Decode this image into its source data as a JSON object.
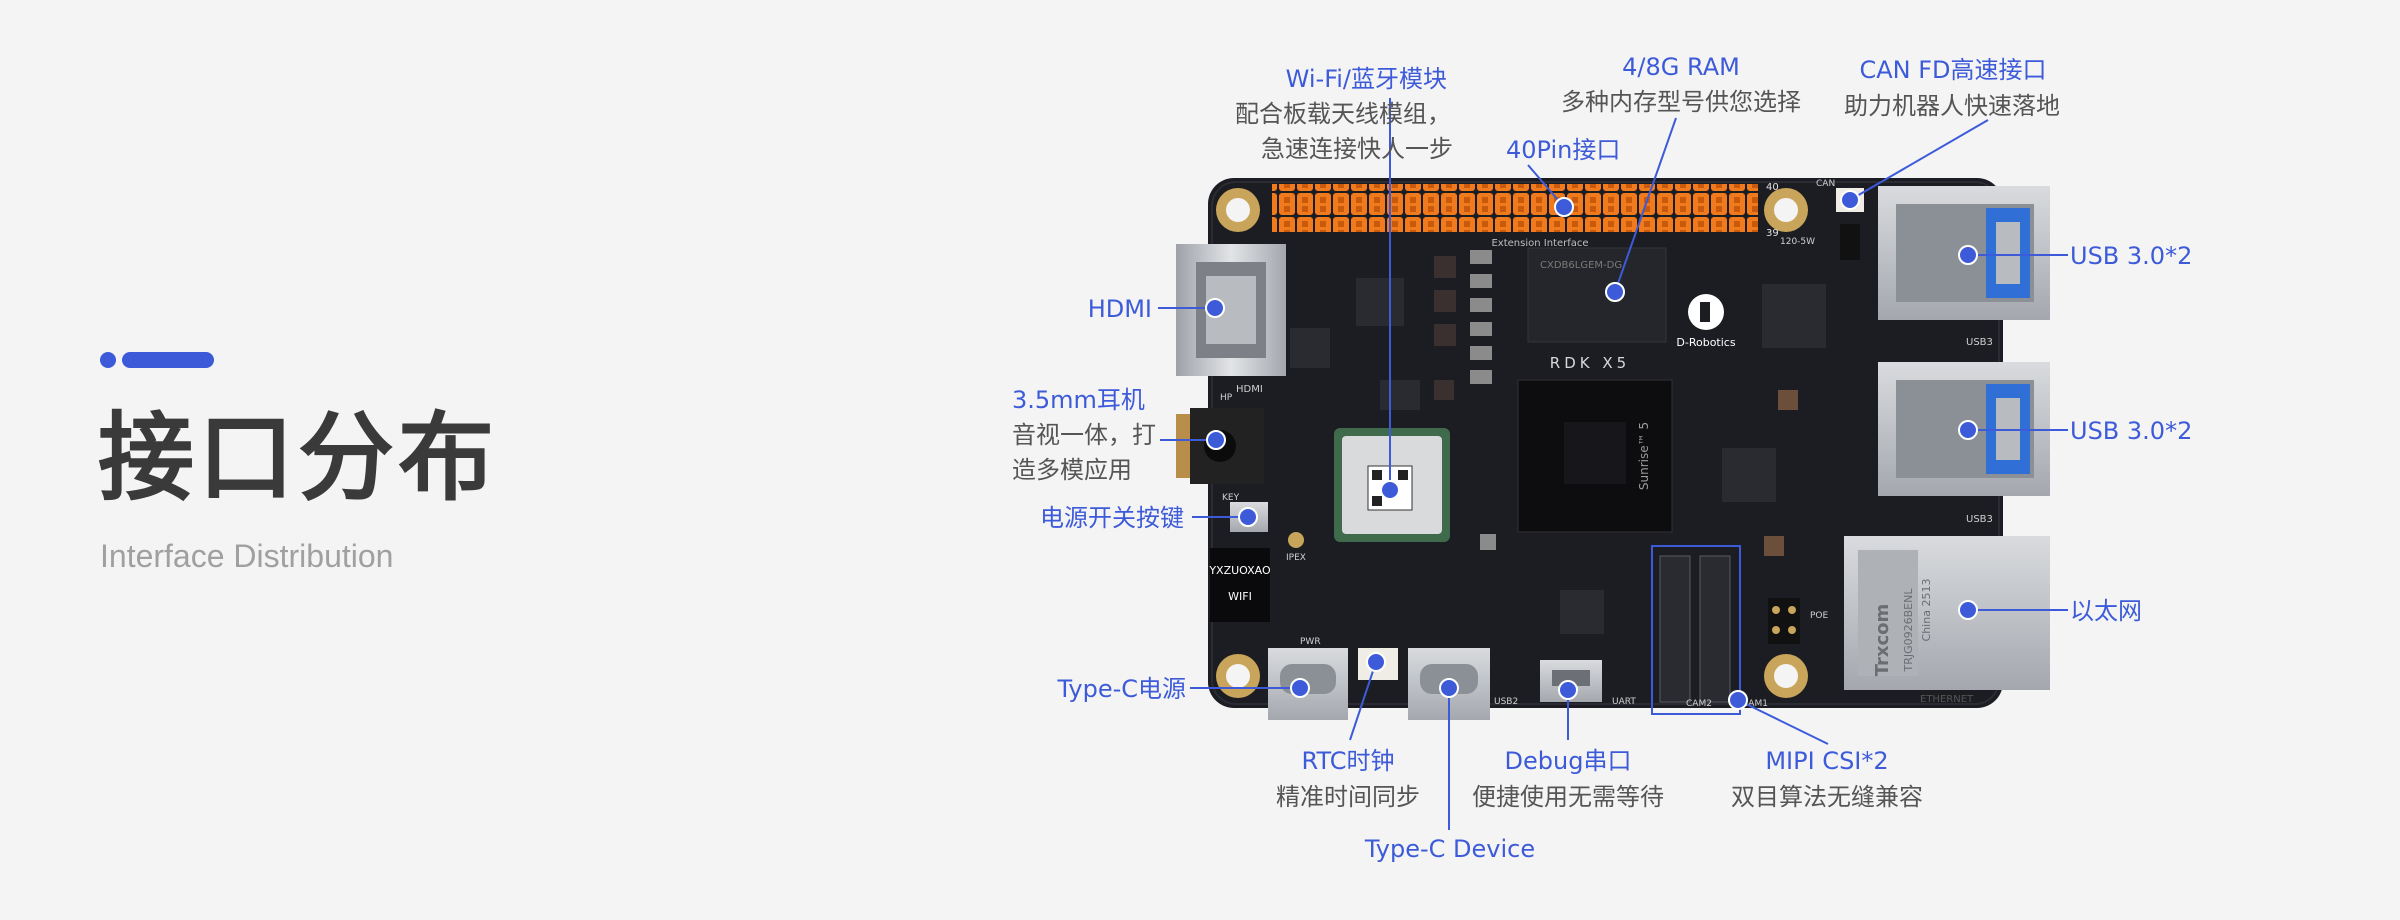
{
  "heading": {
    "title": "接口分布",
    "subtitle": "Interface Distribution"
  },
  "board": {
    "silk": {
      "logo": "D-Robotics",
      "model": "RDK X5",
      "soc": "Sunrise™ 5",
      "ext": "Extension Interface",
      "ram_chip": "CXDB6LGEM-DG",
      "pin40": "40",
      "pin39": "39",
      "can_res": "120-5W",
      "can": "CAN",
      "usb3a": "USB3",
      "usb3b": "USB3",
      "eth": "ETHERNET",
      "usb2": "USB2",
      "uart": "UART",
      "cam2": "CAM2",
      "cam1": "CAM1",
      "hdmi": "HDMI",
      "hp": "HP",
      "key": "KEY",
      "pwr": "PWR",
      "ipex": "IPEX",
      "wifi_chip": "YXZUOXAO",
      "wifi_sub": "WIFI",
      "rj45_brand": "Trxcom",
      "rj45_code": "TRJG0926BENL",
      "rj45_date": "China 2513",
      "poe": "POE"
    }
  },
  "callouts": {
    "wifi": {
      "title": "Wi-Fi/蓝牙模块",
      "line1": "配合板载天线模组，",
      "line2": "急速连接快人一步"
    },
    "ram": {
      "title": "4/8G RAM",
      "line1": "多种内存型号供您选择"
    },
    "can": {
      "title": "CAN FD高速接口",
      "line1": "助力机器人快速落地"
    },
    "pin40": {
      "title": "40Pin接口"
    },
    "hdmi": {
      "title": "HDMI"
    },
    "audio": {
      "title": "3.5mm耳机",
      "line1": "音视一体，打",
      "line2": "造多模应用"
    },
    "power_btn": {
      "title": "电源开关按键"
    },
    "typec_power": {
      "title": "Type-C电源"
    },
    "rtc": {
      "title": "RTC时钟",
      "line1": "精准时间同步"
    },
    "typec_device": {
      "title": "Type-C Device"
    },
    "debug": {
      "title": "Debug串口",
      "line1": "便捷使用无需等待"
    },
    "mipi": {
      "title": "MIPI CSI*2",
      "line1": "双目算法无缝兼容"
    },
    "usb_top": {
      "title": "USB 3.0*2"
    },
    "usb_bottom": {
      "title": "USB 3.0*2"
    },
    "ethernet": {
      "title": "以太网"
    }
  },
  "colors": {
    "accent": "#3d5bd9",
    "board": "#1c1d22",
    "header_pins": "#f07a1c",
    "gold": "#c8a55a",
    "metal": "#c9ccd1"
  }
}
